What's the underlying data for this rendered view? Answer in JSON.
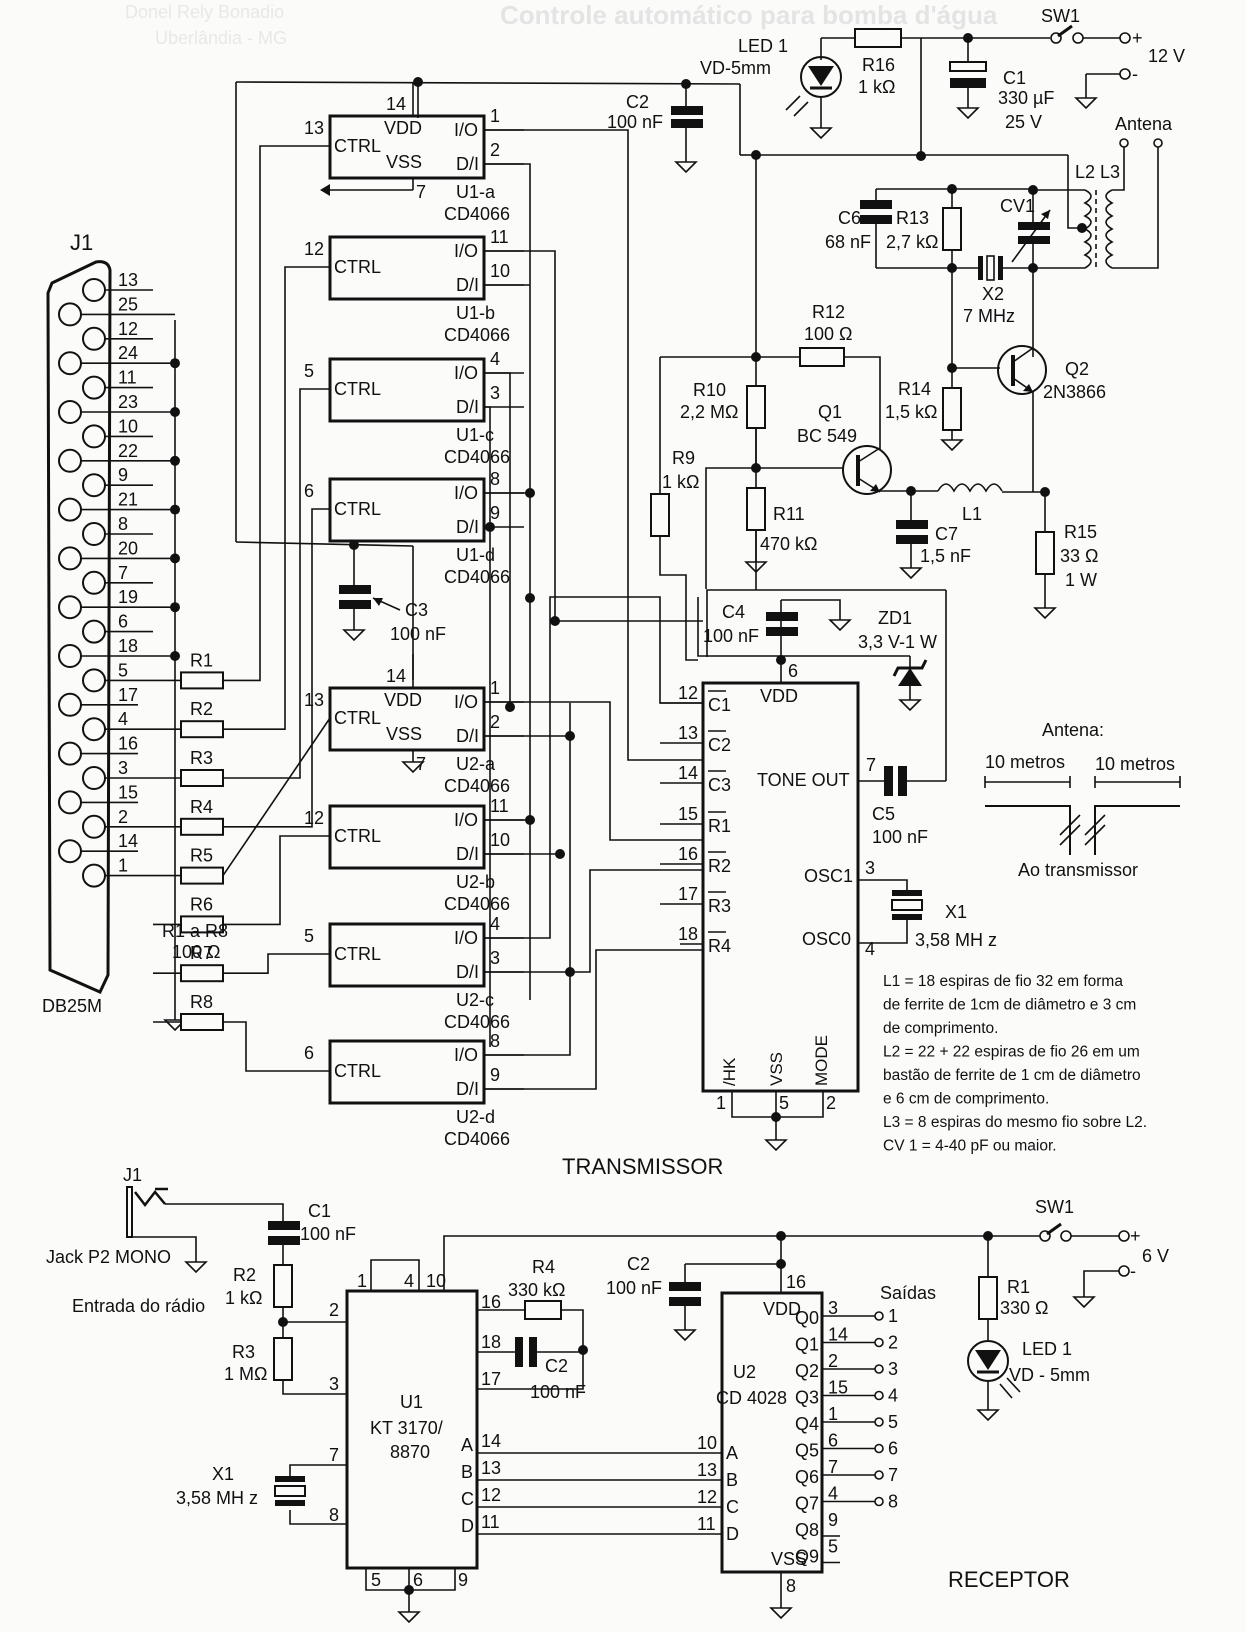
{
  "ghost_header": {
    "title": "Controle automático para bomba d'água",
    "author": "Donel Rely Bonadio",
    "city": "Uberlândia - MG"
  },
  "transmitter": {
    "title": "TRANSMISSOR",
    "power": {
      "switch": "SW1",
      "plus": "+",
      "minus": "-",
      "voltage": "12 V",
      "led": "LED 1",
      "led_type": "VD-5mm",
      "r16": "R16",
      "r16_val": "1 kΩ",
      "c1": "C1",
      "c1_val": "330 µF",
      "c1_volt": "25 V",
      "c2": "C2",
      "c2_val": "100 nF"
    },
    "connector": {
      "name": "J1",
      "type": "DB25M",
      "pins_top_row": [
        "13",
        "12",
        "11",
        "10",
        "9",
        "8",
        "7",
        "6",
        "5",
        "4",
        "3",
        "2",
        "1"
      ],
      "pins_bottom_row": [
        "25",
        "24",
        "23",
        "22",
        "21",
        "20",
        "19",
        "18",
        "17",
        "16",
        "15",
        "14"
      ]
    },
    "resistors": [
      "R1",
      "R2",
      "R3",
      "R4",
      "R5",
      "R6",
      "R7",
      "R8"
    ],
    "resistors_note": "R1 a R8",
    "resistors_val": "100 Ω",
    "c3": "C3",
    "c3_val": "100 nF",
    "switches": [
      {
        "name": "U1-a",
        "chip": "CD4066",
        "ctrl_pin": "13",
        "io_pin": "1",
        "di_pin": "2",
        "vdd_pin": "14",
        "vss_pin": "7"
      },
      {
        "name": "U1-b",
        "chip": "CD4066",
        "ctrl_pin": "12",
        "io_pin": "11",
        "di_pin": "10"
      },
      {
        "name": "U1-c",
        "chip": "CD4066",
        "ctrl_pin": "5",
        "io_pin": "4",
        "di_pin": "3"
      },
      {
        "name": "U1-d",
        "chip": "CD4066",
        "ctrl_pin": "6",
        "io_pin": "8",
        "di_pin": "9"
      },
      {
        "name": "U2-a",
        "chip": "CD4066",
        "ctrl_pin": "13",
        "io_pin": "1",
        "di_pin": "2",
        "vdd_pin": "14",
        "vss_pin": "7"
      },
      {
        "name": "U2-b",
        "chip": "CD4066",
        "ctrl_pin": "12",
        "io_pin": "11",
        "di_pin": "10"
      },
      {
        "name": "U2-c",
        "chip": "CD4066",
        "ctrl_pin": "5",
        "io_pin": "4",
        "di_pin": "3"
      },
      {
        "name": "U2-d",
        "chip": "CD4066",
        "ctrl_pin": "6",
        "io_pin": "8",
        "di_pin": "9"
      }
    ],
    "labels": {
      "ctrl": "CTRL",
      "vdd": "VDD",
      "vss": "VSS",
      "io": "I/O",
      "di": "D/I"
    },
    "dtmf": {
      "vdd": "VDD",
      "vdd_pin": "6",
      "inputs": [
        {
          "label": "C1",
          "pin": "12"
        },
        {
          "label": "C2",
          "pin": "13"
        },
        {
          "label": "C3",
          "pin": "14"
        },
        {
          "label": "R1",
          "pin": "15"
        },
        {
          "label": "R2",
          "pin": "16"
        },
        {
          "label": "R3",
          "pin": "17"
        },
        {
          "label": "R4",
          "pin": "18"
        }
      ],
      "tone_out": "TONE OUT",
      "tone_pin": "7",
      "osc1": "OSC1",
      "osc1_pin": "3",
      "osc0": "OSC0",
      "osc0_pin": "4",
      "hk": "/HK",
      "hk_pin": "1",
      "vss": "VSS",
      "vss_pin": "5",
      "mode": "MODE",
      "mode_pin": "2"
    },
    "c4": "C4",
    "c4_val": "100 nF",
    "zd1": "ZD1",
    "zd1_val": "3,3 V-1 W",
    "c5": "C5",
    "c5_val": "100 nF",
    "x1": "X1",
    "x1_val": "3,58 MH z",
    "r9": "R9",
    "r9_val": "1 kΩ",
    "r10": "R10",
    "r10_val": "2,2 MΩ",
    "r11": "R11",
    "r11_val": "470 kΩ",
    "r12": "R12",
    "r12_val": "100 Ω",
    "q1": "Q1",
    "q1_val": "BC 549",
    "c7": "C7",
    "c7_val": "1,5 nF",
    "l1": "L1",
    "r15": "R15",
    "r15_val": "33 Ω",
    "r15_pow": "1 W",
    "c6": "C6",
    "c6_val": "68 nF",
    "r13": "R13",
    "r13_val": "2,7 kΩ",
    "cv1": "CV1",
    "x2": "X2",
    "x2_val": "7 MHz",
    "r14": "R14",
    "r14_val": "1,5 kΩ",
    "q2": "Q2",
    "q2_val": "2N3866",
    "l2": "L2",
    "l3": "L3",
    "antenna": "Antena",
    "antenna_detail": {
      "title": "Antena:",
      "left": "10 metros",
      "right": "10 metros",
      "feed": "Ao transmissor"
    },
    "notes": [
      "L1 = 18 espiras de fio 32 em forma",
      "de ferrite de 1cm de diâmetro e 3 cm",
      "de comprimento.",
      "L2 = 22 + 22 espiras de fio 26 em um",
      "bastão de ferrite de 1 cm de diâmetro",
      "e 6 cm de comprimento.",
      "L3 = 8 espiras do mesmo fio sobre L2.",
      "CV 1 = 4-40 pF ou maior."
    ]
  },
  "receiver": {
    "title": "RECEPTOR",
    "jack": "J1",
    "jack_type": "Jack P2 MONO",
    "input_label": "Entrada do rádio",
    "c1": "C1",
    "c1_val": "100 nF",
    "r2": "R2",
    "r2_val": "1 kΩ",
    "r3": "R3",
    "r3_val": "1 MΩ",
    "x1": "X1",
    "x1_val": "3,58 MH z",
    "u1": "U1",
    "u1_part1": "KT 3170/",
    "u1_part2": "8870",
    "u1_pins": {
      "p1": "1",
      "p4": "4",
      "p10": "10",
      "p2": "2",
      "p3": "3",
      "p7": "7",
      "p8": "8",
      "p16": "16",
      "p18": "18",
      "p17": "17",
      "p5": "5",
      "p6": "6",
      "p9": "9"
    },
    "u1_outputs": [
      {
        "label": "A",
        "pin": "14"
      },
      {
        "label": "B",
        "pin": "13"
      },
      {
        "label": "C",
        "pin": "12"
      },
      {
        "label": "D",
        "pin": "11"
      }
    ],
    "r4": "R4",
    "r4_val": "330 kΩ",
    "c2a": "C2",
    "c2a_val": "100 nF",
    "c2b": "C2",
    "c2b_val": "100 nF",
    "u2": "U2",
    "u2_part": "CD 4028",
    "u2_vdd": "VDD",
    "u2_vdd_pin": "16",
    "u2_vss": "VSS",
    "u2_vss_pin": "8",
    "u2_inputs": [
      {
        "label": "A",
        "pin": "10"
      },
      {
        "label": "B",
        "pin": "13"
      },
      {
        "label": "C",
        "pin": "12"
      },
      {
        "label": "D",
        "pin": "11"
      }
    ],
    "outputs_title": "Saídas",
    "u2_outputs": [
      {
        "q": "Q0",
        "pin": "3",
        "out": "1"
      },
      {
        "q": "Q1",
        "pin": "14",
        "out": "2"
      },
      {
        "q": "Q2",
        "pin": "2",
        "out": "3"
      },
      {
        "q": "Q3",
        "pin": "15",
        "out": "4"
      },
      {
        "q": "Q4",
        "pin": "1",
        "out": "5"
      },
      {
        "q": "Q5",
        "pin": "6",
        "out": "6"
      },
      {
        "q": "Q6",
        "pin": "7",
        "out": "7"
      },
      {
        "q": "Q7",
        "pin": "4",
        "out": "8"
      },
      {
        "q": "Q8",
        "pin": "9",
        "out": ""
      },
      {
        "q": "Q9",
        "pin": "5",
        "out": ""
      }
    ],
    "sw": "SW1",
    "plus": "+",
    "minus": "-",
    "voltage": "6 V",
    "r1": "R1",
    "r1_val": "330 Ω",
    "led": "LED 1",
    "led_type": "VD - 5mm"
  }
}
